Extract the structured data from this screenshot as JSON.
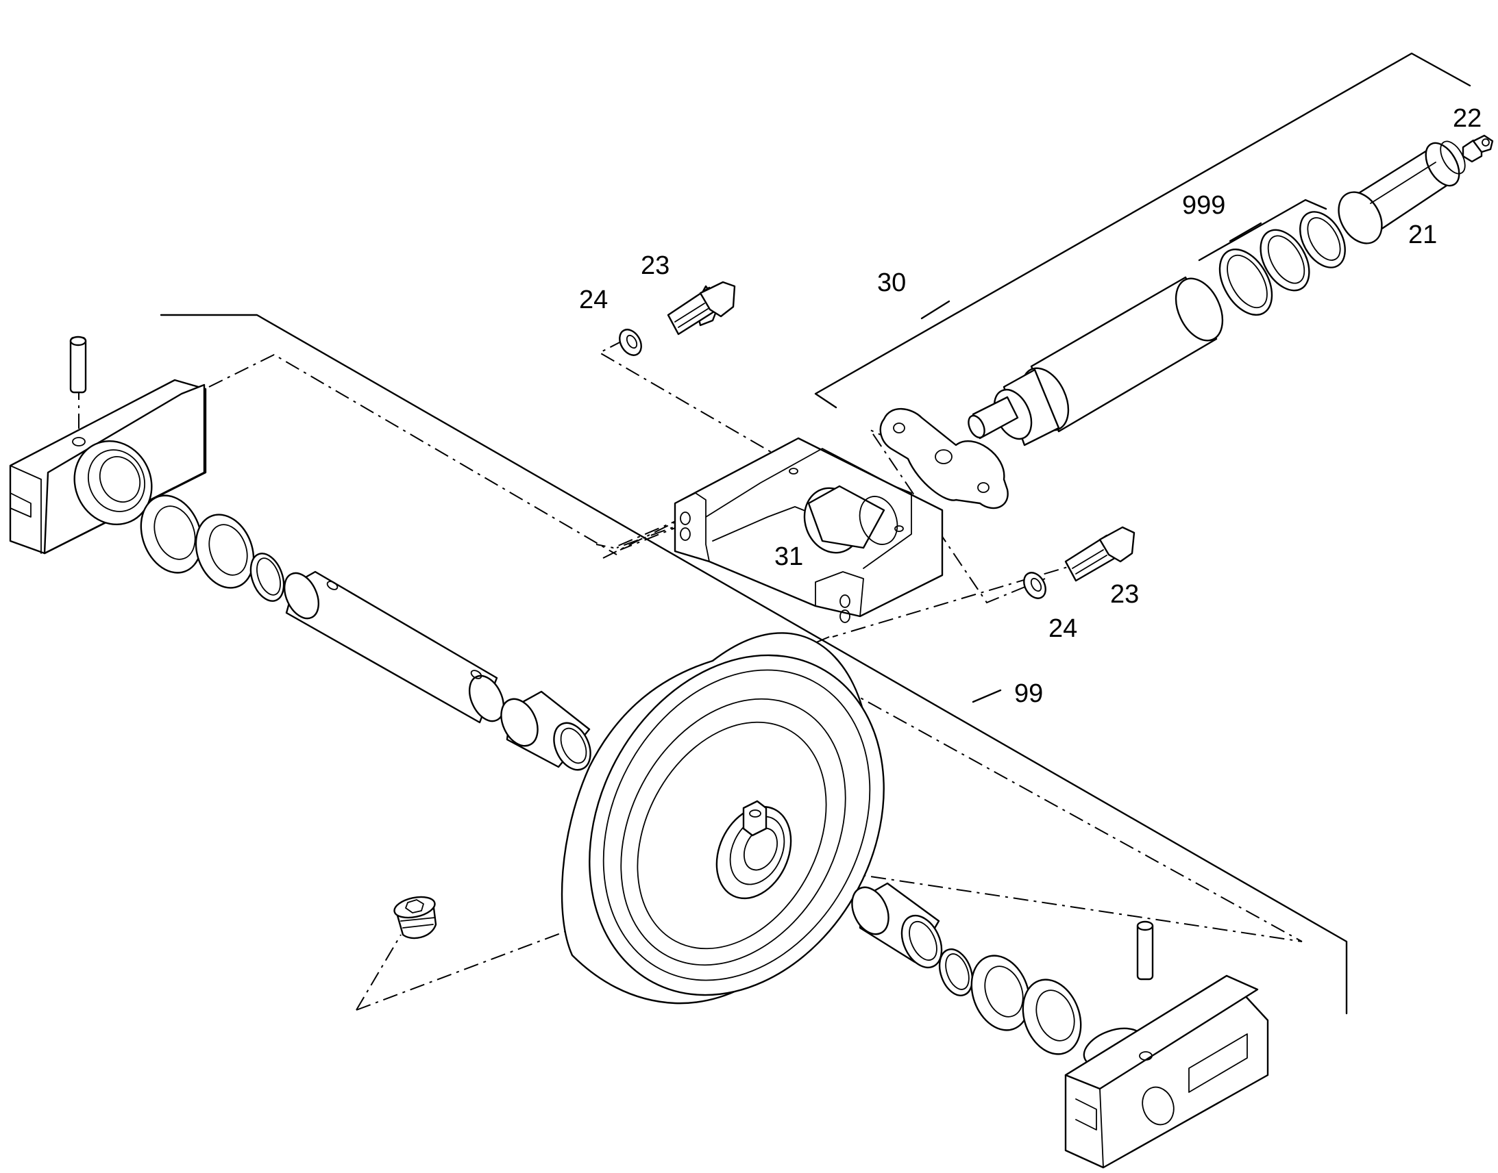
{
  "callouts": {
    "part_21": "21",
    "part_22": "22",
    "part_23_top": "23",
    "part_23_bottom": "23",
    "part_24_top": "24",
    "part_24_bottom": "24",
    "part_30": "30",
    "part_31": "31",
    "part_99": "99",
    "part_999": "999"
  },
  "colors": {
    "line": "#000000",
    "background": "#ffffff"
  }
}
